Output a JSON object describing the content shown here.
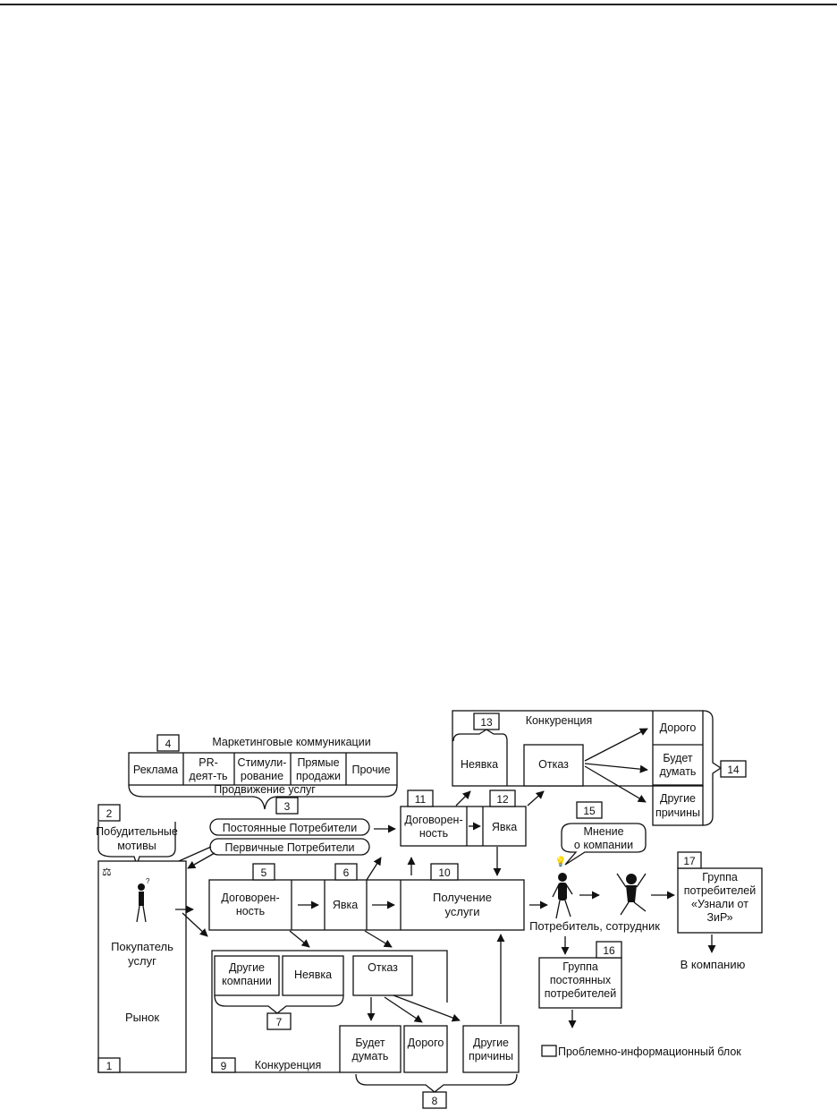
{
  "blocks": {
    "b1": {
      "num": "1",
      "buyer_l1": "Покупатель",
      "buyer_l2": "услуг",
      "market": "Рынок"
    },
    "b2": {
      "num": "2",
      "l1": "Побудительные",
      "l2": "мотивы"
    },
    "b3": {
      "num": "3",
      "label": "Продвижение услуг"
    },
    "b4": {
      "num": "4",
      "title": "Маркетинговые коммуникации",
      "cells": [
        {
          "l1": "Реклама",
          "l2": ""
        },
        {
          "l1": "PR-",
          "l2": "деят-ть"
        },
        {
          "l1": "Стимули-",
          "l2": "рование"
        },
        {
          "l1": "Прямые",
          "l2": "продажи"
        },
        {
          "l1": "Прочие",
          "l2": ""
        }
      ]
    },
    "b5": {
      "num": "5",
      "l1": "Договорен-",
      "l2": "ность"
    },
    "b6": {
      "num": "6",
      "label": "Явка"
    },
    "b7": {
      "num": "7",
      "other_l1": "Другие",
      "other_l2": "компании",
      "noshow": "Неявка",
      "refusal": "Отказ"
    },
    "b8": {
      "num": "8",
      "think_l1": "Будет",
      "think_l2": "думать",
      "expensive": "Дорого",
      "other_l1": "Другие",
      "other_l2": "причины"
    },
    "b9": {
      "num": "9",
      "label": "Конкуренция"
    },
    "b10": {
      "num": "10",
      "l1": "Получение",
      "l2": "услуги"
    },
    "b11": {
      "num": "11",
      "l1": "Договорен-",
      "l2": "ность"
    },
    "b12": {
      "num": "12",
      "label": "Явка"
    },
    "b13": {
      "num": "13",
      "noshow": "Неявка",
      "refusal": "Отказ",
      "title": "Конкуренция"
    },
    "b14": {
      "num": "14",
      "expensive": "Дорого",
      "think_l1": "Будет",
      "think_l2": "думать",
      "other_l1": "Другие",
      "other_l2": "причины"
    },
    "b15": {
      "num": "15",
      "l1": "Мнение",
      "l2": "о компании"
    },
    "b16": {
      "num": "16",
      "l1": "Группа",
      "l2": "постоянных",
      "l3": "потребителей"
    },
    "b17": {
      "num": "17",
      "l1": "Группа",
      "l2": "потребителей",
      "l3": "«Узнали от",
      "l4": "ЗиР»"
    }
  },
  "consumers": {
    "regular": "Постоянные Потребители",
    "primary": "Первичные Потребители"
  },
  "consumer_employee": "Потребитель, сотрудник",
  "to_company": "В компанию",
  "legend": "Проблемно-информационный блок"
}
